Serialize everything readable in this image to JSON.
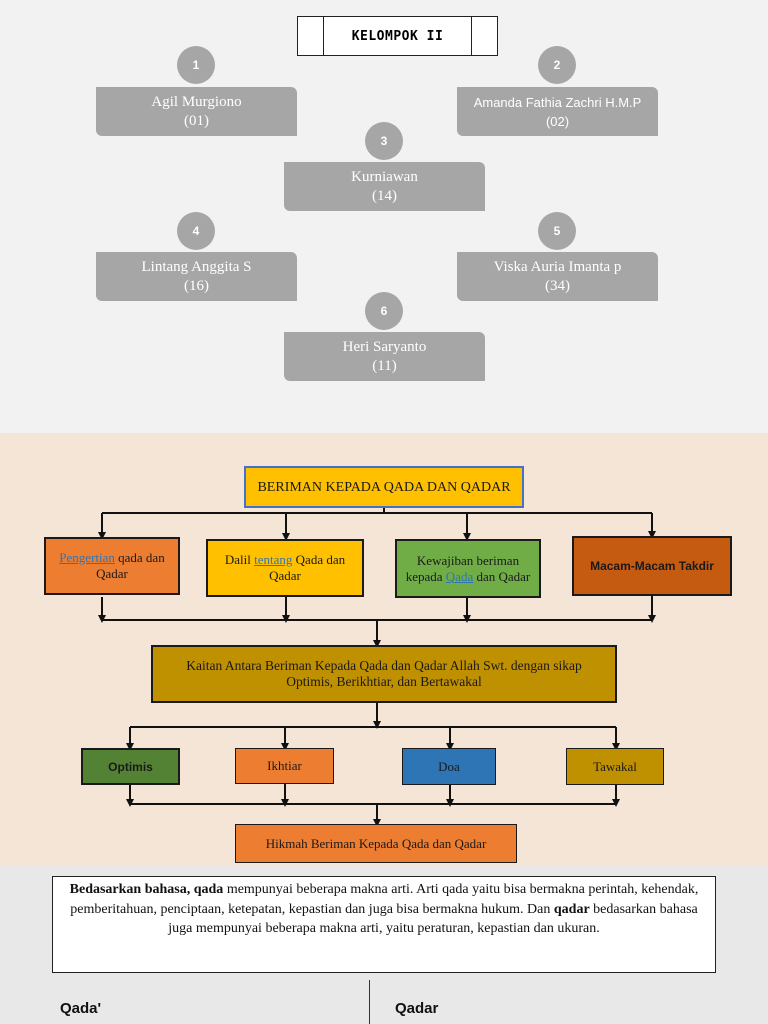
{
  "title": "KELOMPOK II",
  "members": [
    {
      "num": "1",
      "name": "Agil Murgiono",
      "id": "(01)"
    },
    {
      "num": "2",
      "name": "Amanda Fathia Zachri H.M.P",
      "id": "(02)"
    },
    {
      "num": "3",
      "name": "Kurniawan",
      "id": "(14)"
    },
    {
      "num": "4",
      "name": "Lintang Anggita S",
      "id": "(16)"
    },
    {
      "num": "5",
      "name": "Viska Auria Imanta p",
      "id": "(34)"
    },
    {
      "num": "6",
      "name": "Heri Saryanto",
      "id": "(11)"
    }
  ],
  "diagram": {
    "root": "BERIMAN KEPADA QADA DAN QADAR",
    "level1": {
      "pengertian_link": "Pengertian",
      "pengertian_rest": " qada dan Qadar",
      "dalil_a": "Dalil ",
      "dalil_link": "tentang",
      "dalil_b": " Qada dan Qadar",
      "kewajiban_a": "Kewajiban beriman kepada ",
      "kewajiban_link": "Qada",
      "kewajiban_b": " dan Qadar",
      "macam": "Macam-Macam Takdir"
    },
    "kaitan": "Kaitan Antara Beriman Kepada Qada dan Qadar Allah Swt. dengan sikap Optimis, Berikhtiar, dan Bertawakal",
    "level3": [
      "Optimis",
      "Ikhtiar",
      "Doa",
      "Tawakal"
    ],
    "hikmah": "Hikmah Beriman Kepada Qada dan Qadar",
    "colors": {
      "root": "#ffc000",
      "pengertian": "#ed7d31",
      "dalil": "#ffc000",
      "kewajiban": "#70ad47",
      "macam": "#c55a11",
      "kaitan": "#bf9000",
      "optimis": "#548235",
      "ikhtiar": "#ed7d31",
      "doa": "#2e75b6",
      "tawakal": "#bf9000",
      "hikmah": "#ed7d31",
      "link": "#2e75b6"
    }
  },
  "definition": {
    "bold1": "Bedasarkan bahasa, qada",
    "text1": " mempunyai beberapa makna arti. Arti qada yaitu bisa bermakna perintah, kehendak, pemberitahuan, penciptaan, ketepatan, kepastian dan juga bisa bermakna hukum. Dan ",
    "bold2": "qadar",
    "text2": " bedasarkan bahasa juga mempunyai beberapa makna arti, yaitu peraturan, kepastian dan ukuran."
  },
  "columns": {
    "left": "Qada'",
    "right": "Qadar"
  }
}
